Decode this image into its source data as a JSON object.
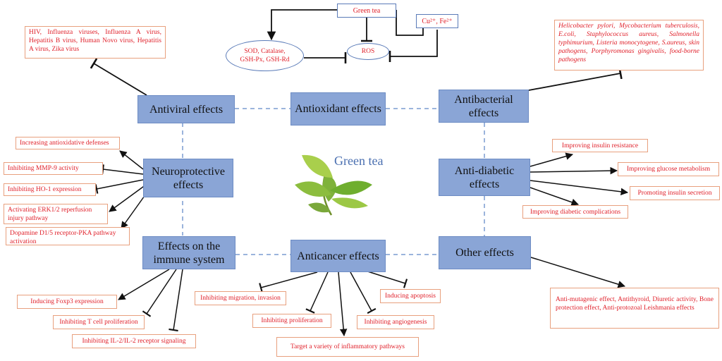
{
  "hubs": {
    "antiviral": "Antiviral effects",
    "antioxidant": "Antioxidant effects",
    "antibacterial": "Antibacterial effects",
    "neuroprotective": "Neuroprotective effects",
    "antidiabetic": "Anti-diabetic effects",
    "immune": "Effects on the immune system",
    "anticancer": "Anticancer effects",
    "other": "Other effects"
  },
  "center_label": "Green tea",
  "antioxidant_detail": {
    "green_tea": "Green tea",
    "metals": "Cu²⁺, Fe²⁺",
    "enzymes": "SOD, Catalase, GSH-Px, GSH-Rd",
    "ros": "ROS"
  },
  "antiviral_targets": "HIV, Influenza viruses, Influenza A virus, Hepatitis B virus, Human Novo virus, Hepatitis A virus, Zika virus",
  "antibacterial_targets": "Helicobacter pylori, Mycobacterium tuberculosis, E.coli, Staphylococcus aureus, Salmonella typhimurium, Listeria monocytogene, S.aureus, skin pathogens, Porphyromonas gingivalis, food-borne pathogens",
  "neuroprotective_items": [
    "Increasing antioxidative defenses",
    "Inhibiting MMP-9 activity",
    "Inhibiting HO-1 expression",
    "Activating ERK1/2 reperfusion injury pathway",
    "Dopamine D1/5 receptor-PKA pathway activation"
  ],
  "antidiabetic_items": [
    "Improving insulin resistance",
    "Improving glucose metabolism",
    "Promoting insulin secretion",
    "Improving diabetic complications"
  ],
  "immune_items": [
    "Inducing Foxp3 expression",
    "Inhibiting T cell proliferation",
    "Inhibiting IL-2/IL-2 receptor signaling"
  ],
  "anticancer_items": [
    "Inhibiting migration, invasion",
    "Inducing apoptosis",
    "Inhibiting proliferation",
    "Inhibiting angiogenesis",
    "Target a variety of inflammatory pathways"
  ],
  "other_items": "Anti-mutagenic effect, Antithyroid, Diuretic activity, Bone protection effect, Anti-protozoal Leishmania effects",
  "colors": {
    "hub_fill": "#8aa5d6",
    "note_text": "#e0202a",
    "note_border": "#e8a07e",
    "dashed": "#7a9bd0",
    "arrow": "#111111"
  }
}
